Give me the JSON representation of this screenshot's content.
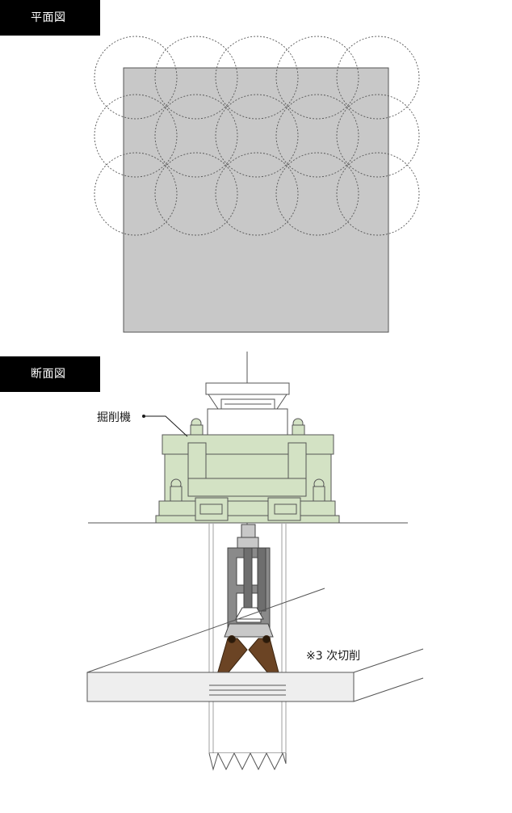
{
  "plan_view": {
    "title": "平面図",
    "circle_grid": {
      "rows": 3,
      "cols": 5
    }
  },
  "section_view": {
    "title": "断面図",
    "machine_label": "掘削機",
    "cut_label": "※3 次切削"
  },
  "colors": {
    "tag_background": "#000000",
    "tag_text": "#ffffff",
    "plan_fill": "#c8c8c8",
    "machine_fill": "#d3e2c4",
    "cutter_fill": "#8a8a8a",
    "blade_fill": "#6b4424",
    "slab_fill": "#eeeeee"
  }
}
